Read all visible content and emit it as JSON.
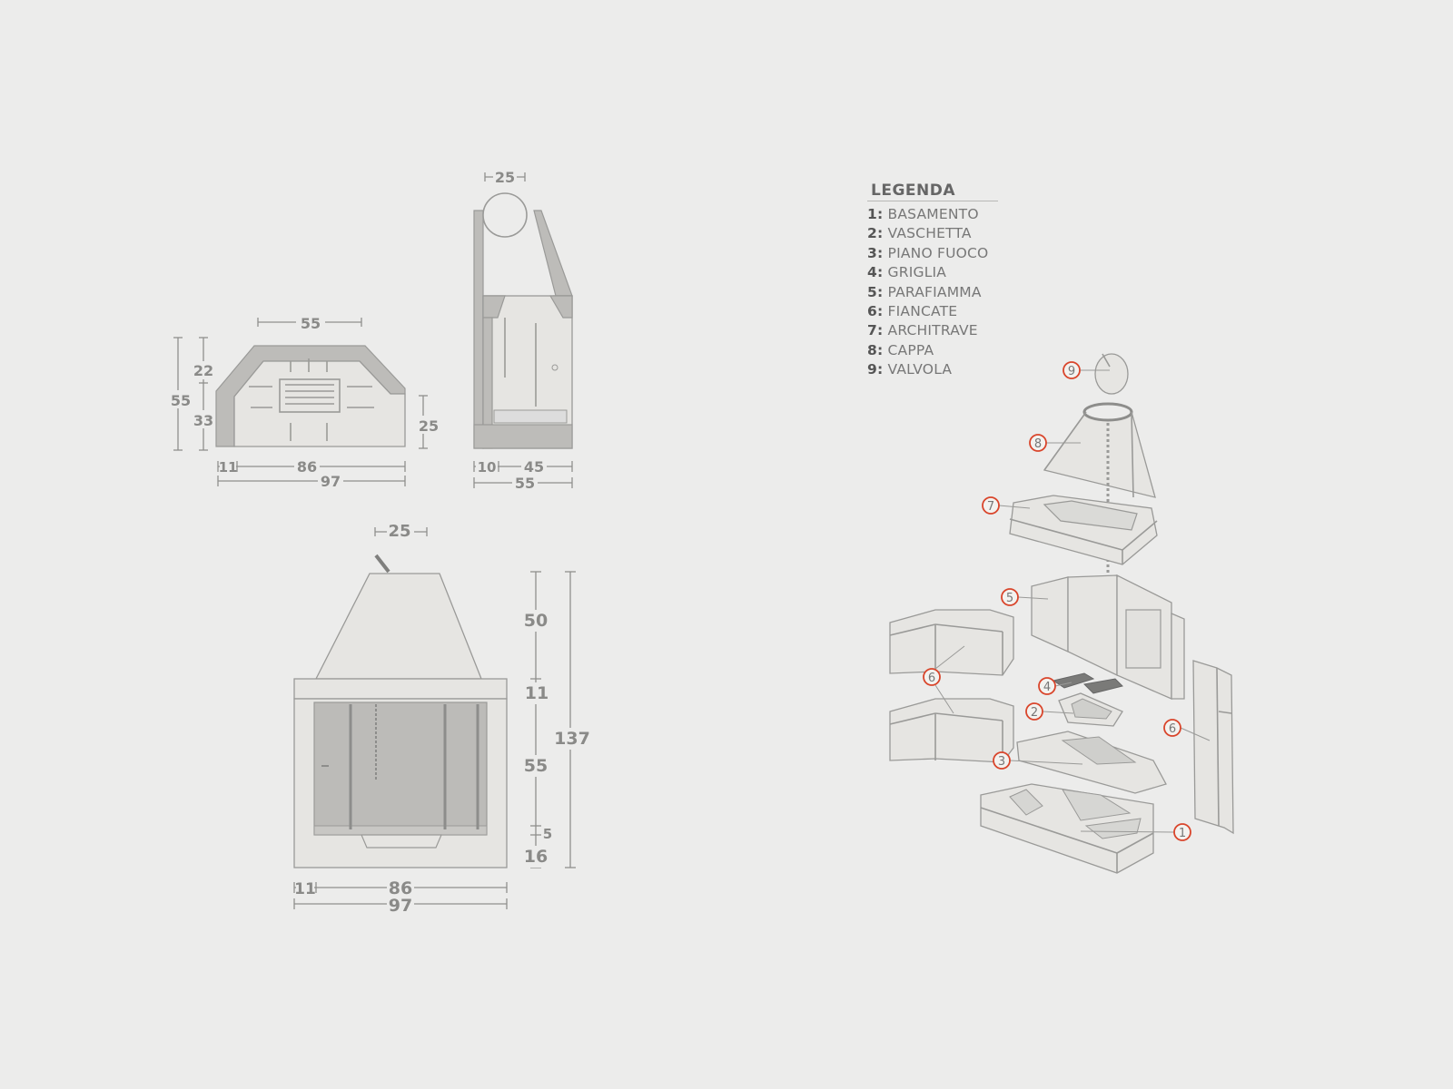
{
  "legend": {
    "title": "LEGENDA",
    "items": [
      {
        "num": "1:",
        "label": "BASAMENTO"
      },
      {
        "num": "2:",
        "label": "VASCHETTA"
      },
      {
        "num": "3:",
        "label": "PIANO FUOCO"
      },
      {
        "num": "4:",
        "label": "GRIGLIA"
      },
      {
        "num": "5:",
        "label": "PARAFIAMMA"
      },
      {
        "num": "6:",
        "label": "FIANCATE"
      },
      {
        "num": "7:",
        "label": "ARCHITRAVE"
      },
      {
        "num": "8:",
        "label": "CAPPA"
      },
      {
        "num": "9:",
        "label": "VALVOLA"
      }
    ]
  },
  "plan_view": {
    "top_width": "55",
    "left_height_upper": "22",
    "left_height_total": "55",
    "left_height_lower": "33",
    "right_height": "25",
    "side_thickness": "11",
    "inner_width": "86",
    "total_width": "97"
  },
  "side_view": {
    "top_diameter": "25",
    "wall_thickness": "10",
    "inner_depth": "45",
    "total_depth": "55"
  },
  "front_view": {
    "flue_width": "25",
    "hood_height": "50",
    "lintel_height": "11",
    "opening_height": "55",
    "tray_height": "5",
    "base_height": "16",
    "total_height": "137",
    "side_thickness": "11",
    "inner_width": "86",
    "total_width": "97"
  },
  "exploded_view": {
    "callouts": [
      "1",
      "2",
      "3",
      "4",
      "5",
      "6",
      "6",
      "7",
      "8",
      "9"
    ]
  }
}
